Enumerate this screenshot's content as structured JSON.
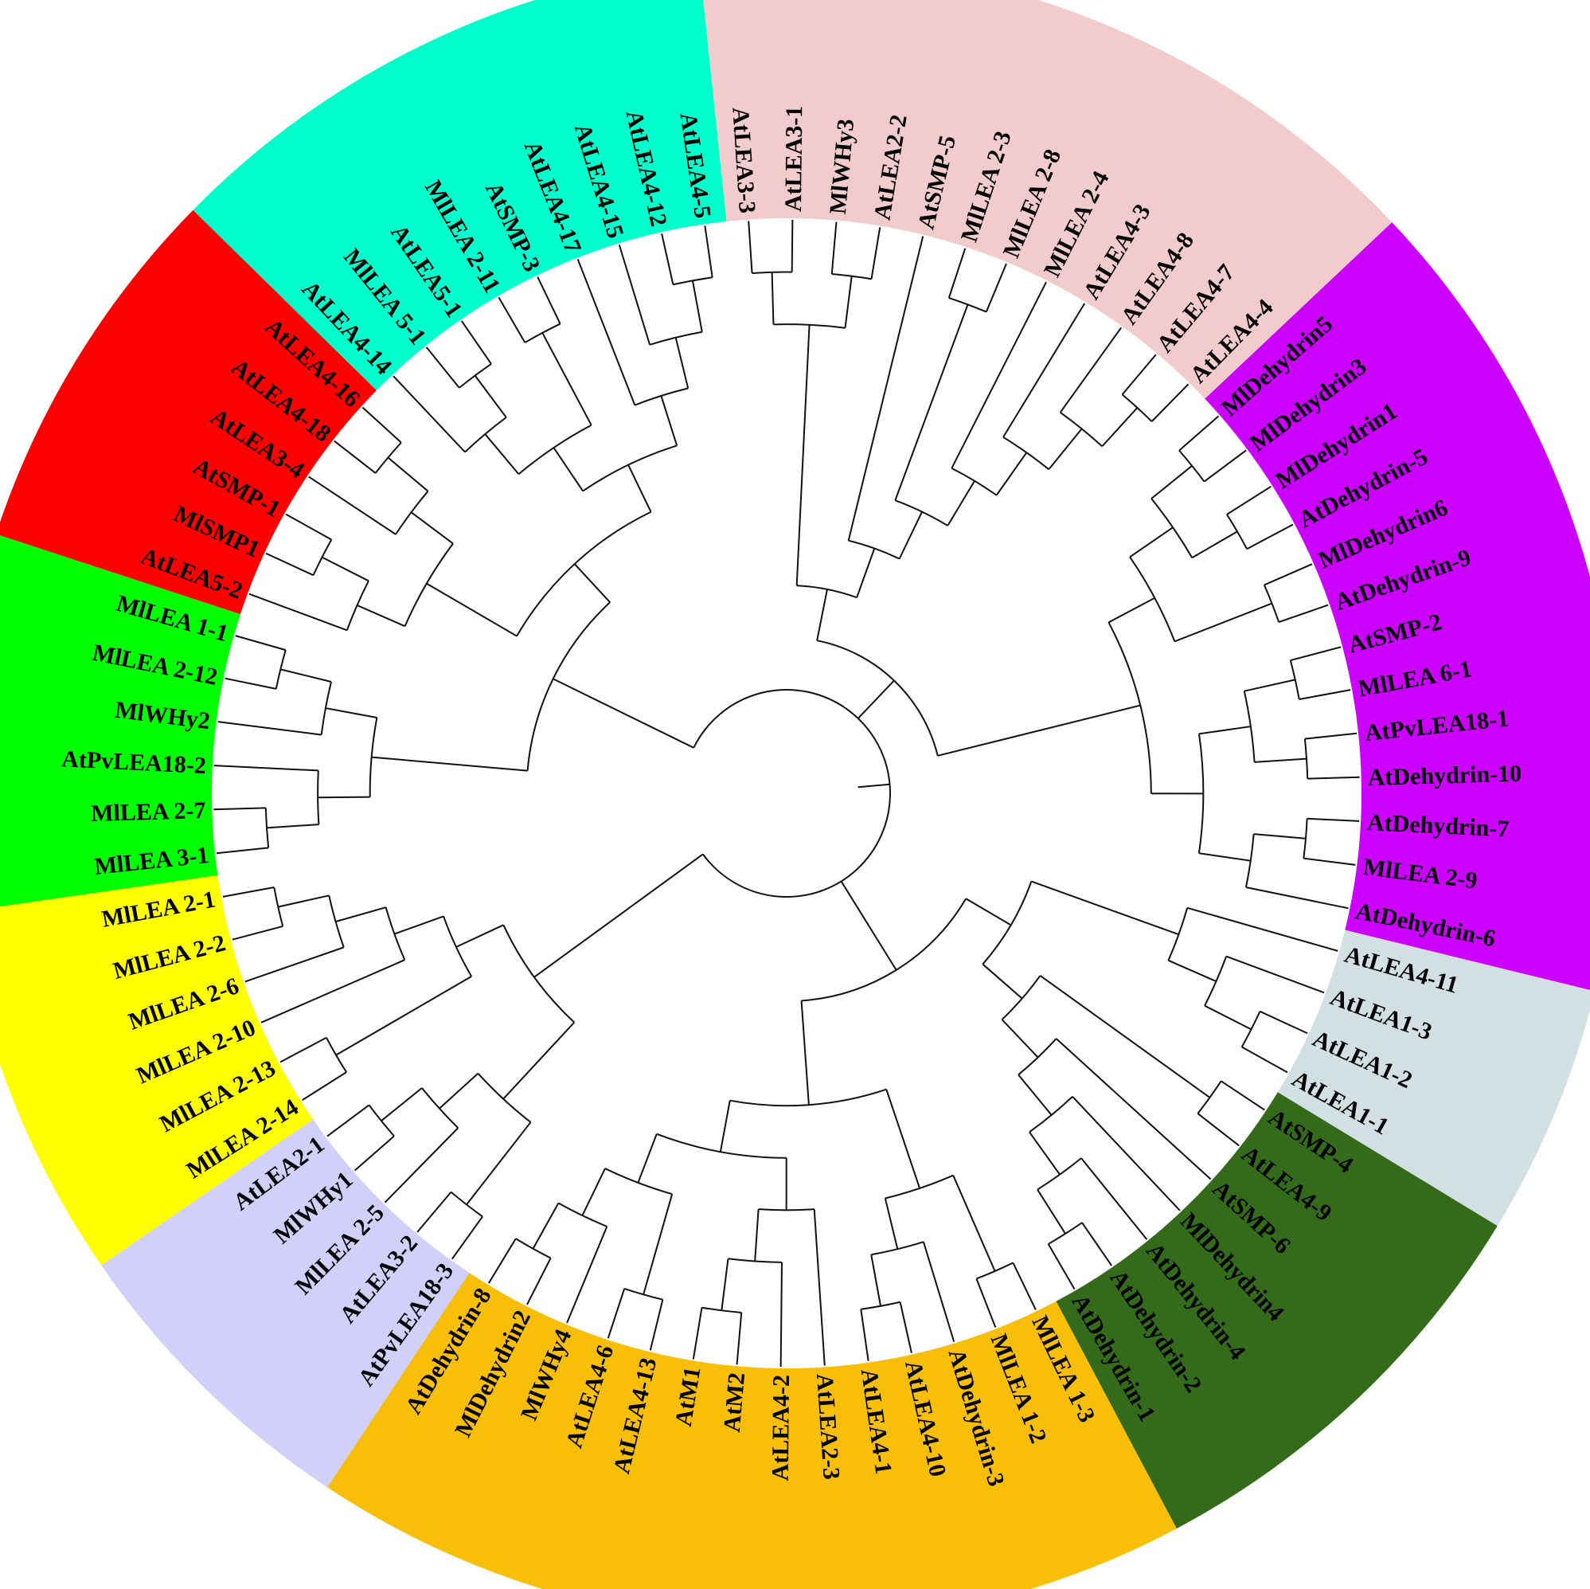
{
  "leaves": [
    {
      "label": "MlLEA 3-1",
      "group": "green"
    },
    {
      "label": "MlLEA 2-7",
      "group": "green"
    },
    {
      "label": "AtPvLEA18-2",
      "group": "green"
    },
    {
      "label": "MlWHy2",
      "group": "green"
    },
    {
      "label": "MlLEA 2-12",
      "group": "green"
    },
    {
      "label": "MlLEA 1-1",
      "group": "green"
    },
    {
      "label": "AtLEA5-2",
      "group": "red"
    },
    {
      "label": "MlSMP1",
      "group": "red"
    },
    {
      "label": "AtSMP-1",
      "group": "red"
    },
    {
      "label": "AtLEA3-4",
      "group": "red"
    },
    {
      "label": "AtLEA4-18",
      "group": "red"
    },
    {
      "label": "AtLEA4-16",
      "group": "red"
    },
    {
      "label": "AtLEA4-14",
      "group": "cyan"
    },
    {
      "label": "MlLEA 5-1",
      "group": "cyan"
    },
    {
      "label": "AtLEA5-1",
      "group": "cyan"
    },
    {
      "label": "MlLEA 2-11",
      "group": "cyan"
    },
    {
      "label": "AtSMP-3",
      "group": "cyan"
    },
    {
      "label": "AtLEA4-17",
      "group": "cyan"
    },
    {
      "label": "AtLEA4-15",
      "group": "cyan"
    },
    {
      "label": "AtLEA4-12",
      "group": "cyan"
    },
    {
      "label": "AtLEA4-5",
      "group": "cyan"
    },
    {
      "label": "AtLEA3-3",
      "group": "pink"
    },
    {
      "label": "AtLEA3-1",
      "group": "pink"
    },
    {
      "label": "MlWHy3",
      "group": "pink"
    },
    {
      "label": "AtLEA2-2",
      "group": "pink"
    },
    {
      "label": "AtSMP-5",
      "group": "pink"
    },
    {
      "label": "MlLEA 2-3",
      "group": "pink"
    },
    {
      "label": "MlLEA 2-8",
      "group": "pink"
    },
    {
      "label": "MlLEA 2-4",
      "group": "pink"
    },
    {
      "label": "AtLEA4-3",
      "group": "pink"
    },
    {
      "label": "AtLEA4-8",
      "group": "pink"
    },
    {
      "label": "AtLEA4-7",
      "group": "pink"
    },
    {
      "label": "AtLEA4-4",
      "group": "pink"
    },
    {
      "label": "MlDehydrin5",
      "group": "purple"
    },
    {
      "label": "MlDehydrin3",
      "group": "purple"
    },
    {
      "label": "MlDehydrin1",
      "group": "purple"
    },
    {
      "label": "AtDehydrin-5",
      "group": "purple"
    },
    {
      "label": "MlDehydrin6",
      "group": "purple"
    },
    {
      "label": "AtDehydrin-9",
      "group": "purple"
    },
    {
      "label": "AtSMP-2",
      "group": "purple"
    },
    {
      "label": "MlLEA 6-1",
      "group": "purple"
    },
    {
      "label": "AtPvLEA18-1",
      "group": "purple"
    },
    {
      "label": "AtDehydrin-10",
      "group": "purple"
    },
    {
      "label": "AtDehydrin-7",
      "group": "purple"
    },
    {
      "label": "MlLEA 2-9",
      "group": "purple"
    },
    {
      "label": "AtDehydrin-6",
      "group": "purple"
    },
    {
      "label": "AtLEA4-11",
      "group": "lightgray"
    },
    {
      "label": "AtLEA1-3",
      "group": "lightgray"
    },
    {
      "label": "AtLEA1-2",
      "group": "lightgray"
    },
    {
      "label": "AtLEA1-1",
      "group": "lightgray"
    },
    {
      "label": "AtSMP-4",
      "group": "darkgreen"
    },
    {
      "label": "AtLEA4-9",
      "group": "darkgreen"
    },
    {
      "label": "AtSMP-6",
      "group": "darkgreen"
    },
    {
      "label": "MlDehydrin4",
      "group": "darkgreen"
    },
    {
      "label": "AtDehydrin-4",
      "group": "darkgreen"
    },
    {
      "label": "AtDehydrin-2",
      "group": "darkgreen"
    },
    {
      "label": "AtDehydrin-1",
      "group": "darkgreen"
    },
    {
      "label": "MlLEA 1-3",
      "group": "orange"
    },
    {
      "label": "MlLEA 1-2",
      "group": "orange"
    },
    {
      "label": "AtDehydrin-3",
      "group": "orange"
    },
    {
      "label": "AtLEA4-10",
      "group": "orange"
    },
    {
      "label": "AtLEA4-1",
      "group": "orange"
    },
    {
      "label": "AtLEA2-3",
      "group": "orange"
    },
    {
      "label": "AtLEA4-2",
      "group": "orange"
    },
    {
      "label": "AtM2",
      "group": "orange"
    },
    {
      "label": "AtM1",
      "group": "orange"
    },
    {
      "label": "AtLEA4-13",
      "group": "orange"
    },
    {
      "label": "AtLEA4-6",
      "group": "orange"
    },
    {
      "label": "MlWHy4",
      "group": "orange"
    },
    {
      "label": "MlDehydrin2",
      "group": "orange"
    },
    {
      "label": "AtDehydrin-8",
      "group": "orange"
    },
    {
      "label": "AtPvLEA18-3",
      "group": "lavender"
    },
    {
      "label": "AtLEA3-2",
      "group": "lavender"
    },
    {
      "label": "MlLEA 2-5",
      "group": "lavender"
    },
    {
      "label": "MlWHy1",
      "group": "lavender"
    },
    {
      "label": "AtLEA2-1",
      "group": "lavender"
    },
    {
      "label": "MlLEA 2-14",
      "group": "yellow"
    },
    {
      "label": "MlLEA 2-13",
      "group": "yellow"
    },
    {
      "label": "MlLEA 2-10",
      "group": "yellow"
    },
    {
      "label": "MlLEA 2-6",
      "group": "yellow"
    },
    {
      "label": "MlLEA 2-2",
      "group": "yellow"
    },
    {
      "label": "MlLEA 2-1",
      "group": "yellow"
    }
  ],
  "group_colors": {
    "green": "#00ff00",
    "red": "#ff0000",
    "cyan": "#00ffcc",
    "pink": "#f2cccc",
    "purple": "#cc00ff",
    "lightgray": "#d3e0e3",
    "darkgreen": "#336b1a",
    "orange": "#f9be08",
    "lavender": "#d0d0fb",
    "yellow": "#ffff00"
  },
  "tree": "(((((MlLEA 3-1,MlLEA 2-7),AtPvLEA18-2),(MlWHy2,(MlLEA 2-12,MlLEA 1-1))),(((AtLEA5-2,(MlSMP1,AtSMP-1)),(AtLEA3-4,(AtLEA4-18,AtLEA4-16))),(((AtLEA4-14,(MlLEA 5-1,AtLEA5-1)),(MlLEA 2-11,AtSMP-3)),(AtLEA4-17,(AtLEA4-15,(AtLEA4-12,AtLEA4-5)))))),((((AtLEA3-3,AtLEA3-1),(MlWHy3,AtLEA2-2)),(AtSMP-5,((MlLEA 2-3,MlLEA 2-8),(MlLEA 2-4,(AtLEA4-3,(AtLEA4-8,(AtLEA4-7,AtLEA4-4))))))),((((MlDehydrin5,MlDehydrin3),(MlDehydrin1,AtDehydrin-5)),(MlDehydrin6,AtDehydrin-9)),(((AtSMP-2,MlLEA 6-1),(AtPvLEA18-1,AtDehydrin-10)),((AtDehydrin-7,MlLEA 2-9),AtDehydrin-6)))),(((AtLEA4-11,(AtLEA1-3,(AtLEA1-2,AtLEA1-1))),((AtSMP-4,AtLEA4-9),(AtSMP-6,(MlDehydrin4,(AtDehydrin-4,(AtDehydrin-2,AtDehydrin-1)))))),(((MlLEA 1-3,MlLEA 1-2),(AtDehydrin-3,(AtLEA4-10,AtLEA4-1))),((AtLEA2-3,(AtLEA4-2,(AtM2,AtM1))),((AtLEA4-13,AtLEA4-6),(MlWHy4,(MlDehydrin2,AtDehydrin-8)))))),(((AtPvLEA18-3,AtLEA3-2),(MlLEA 2-5,(MlWHy1,AtLEA2-1))),((MlLEA 2-14,MlLEA 2-13),(MlLEA 2-10,(MlLEA 2-6,(MlLEA 2-2,MlLEA 2-1))))))"
}
